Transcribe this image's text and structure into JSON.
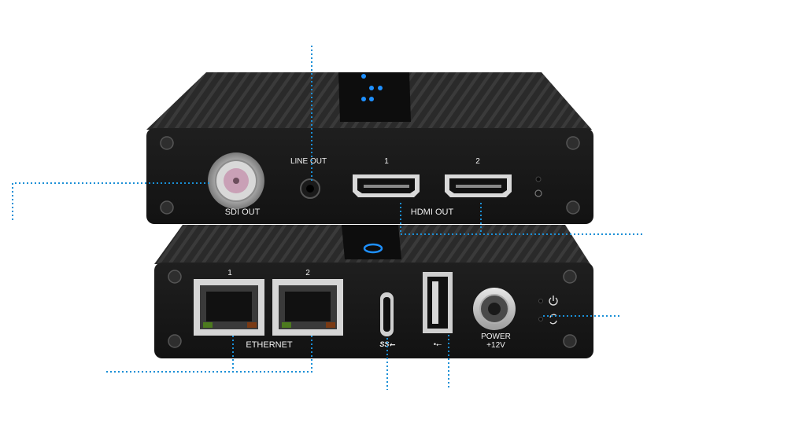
{
  "front_panel": {
    "sdi_label": "SDI OUT",
    "line_out_label": "LINE OUT",
    "hdmi_port_1_number": "1",
    "hdmi_port_2_number": "2",
    "hdmi_label": "HDMI OUT"
  },
  "rear_panel": {
    "ethernet_port_1_number": "1",
    "ethernet_port_2_number": "2",
    "ethernet_label": "ETHERNET",
    "usb_c_symbol": "SS⭠",
    "usb_a_symbol": "•⭠",
    "power_label": "POWER",
    "power_voltage": "+12V"
  },
  "icons": [
    "power-icon",
    "refresh-icon",
    "usb-icon"
  ],
  "colors": {
    "chassis": "#2b2b2b",
    "panel": "#161616",
    "callout_line": "#1a8fd6",
    "led_glow": "#1e90ff"
  }
}
